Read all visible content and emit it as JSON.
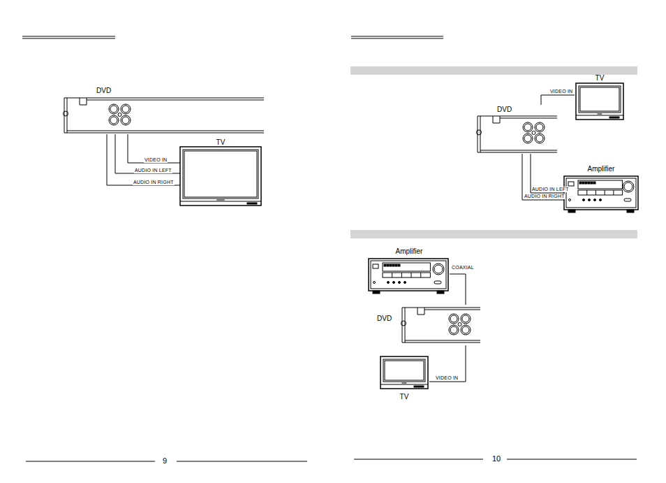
{
  "diagram": {
    "nodes": [
      {
        "text": [
          "DVD"
        ]
      },
      {
        "text": [
          "TV"
        ]
      },
      {
        "text": [
          "TV"
        ]
      },
      {
        "text": [
          "DVD"
        ]
      },
      {
        "text": [
          "Amplifier"
        ]
      },
      {
        "text": [
          "Amplifier"
        ]
      },
      {
        "text": [
          "DVD"
        ]
      },
      {
        "text": [
          "TV"
        ]
      }
    ],
    "edges": [
      {
        "from": 0,
        "to": 1,
        "arrow": "none",
        "label": "VIDEO IN"
      },
      {
        "from": 0,
        "to": 1,
        "arrow": "none",
        "label": "AUDIO IN  LEFT"
      },
      {
        "from": 0,
        "to": 1,
        "arrow": "none",
        "label": "AUDIO IN  RIGHT"
      },
      {
        "from": 3,
        "to": 2,
        "arrow": "none",
        "label": "VIDEO IN"
      },
      {
        "from": 3,
        "to": 4,
        "arrow": "none",
        "label": "AUDIO IN  LEFT"
      },
      {
        "from": 3,
        "to": 4,
        "arrow": "none",
        "label": "AUDIO IN  RIGHT"
      },
      {
        "from": 6,
        "to": 5,
        "arrow": "none",
        "label": "COAXIAL"
      },
      {
        "from": 6,
        "to": 7,
        "arrow": "none",
        "label": "VIDEO IN"
      }
    ],
    "labels": [
      "9",
      "10"
    ]
  }
}
